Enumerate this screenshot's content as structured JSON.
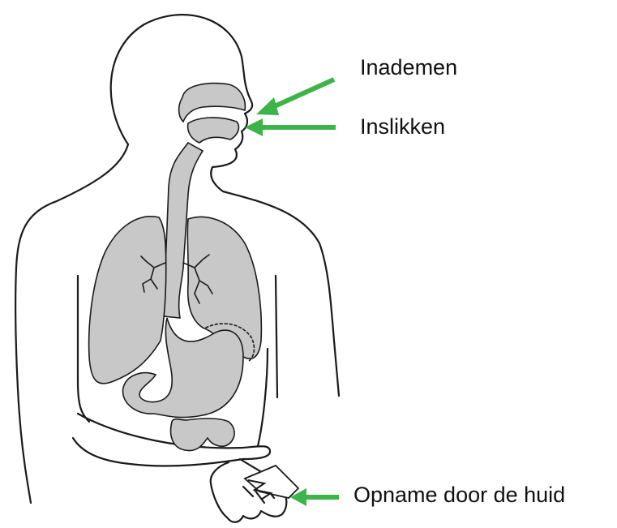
{
  "labels": {
    "inademen": "Inademen",
    "inslikken": "Inslikken",
    "huid": "Opname door de huid"
  },
  "colors": {
    "arrow": "#3cb44a",
    "organ_fill": "#c8c8c8",
    "outline": "#1a1a1a",
    "background": "#ffffff"
  },
  "icons": {
    "arrow_inademen": "arrow-left-icon",
    "arrow_inslikken": "arrow-left-icon",
    "arrow_huid": "arrow-left-icon"
  }
}
